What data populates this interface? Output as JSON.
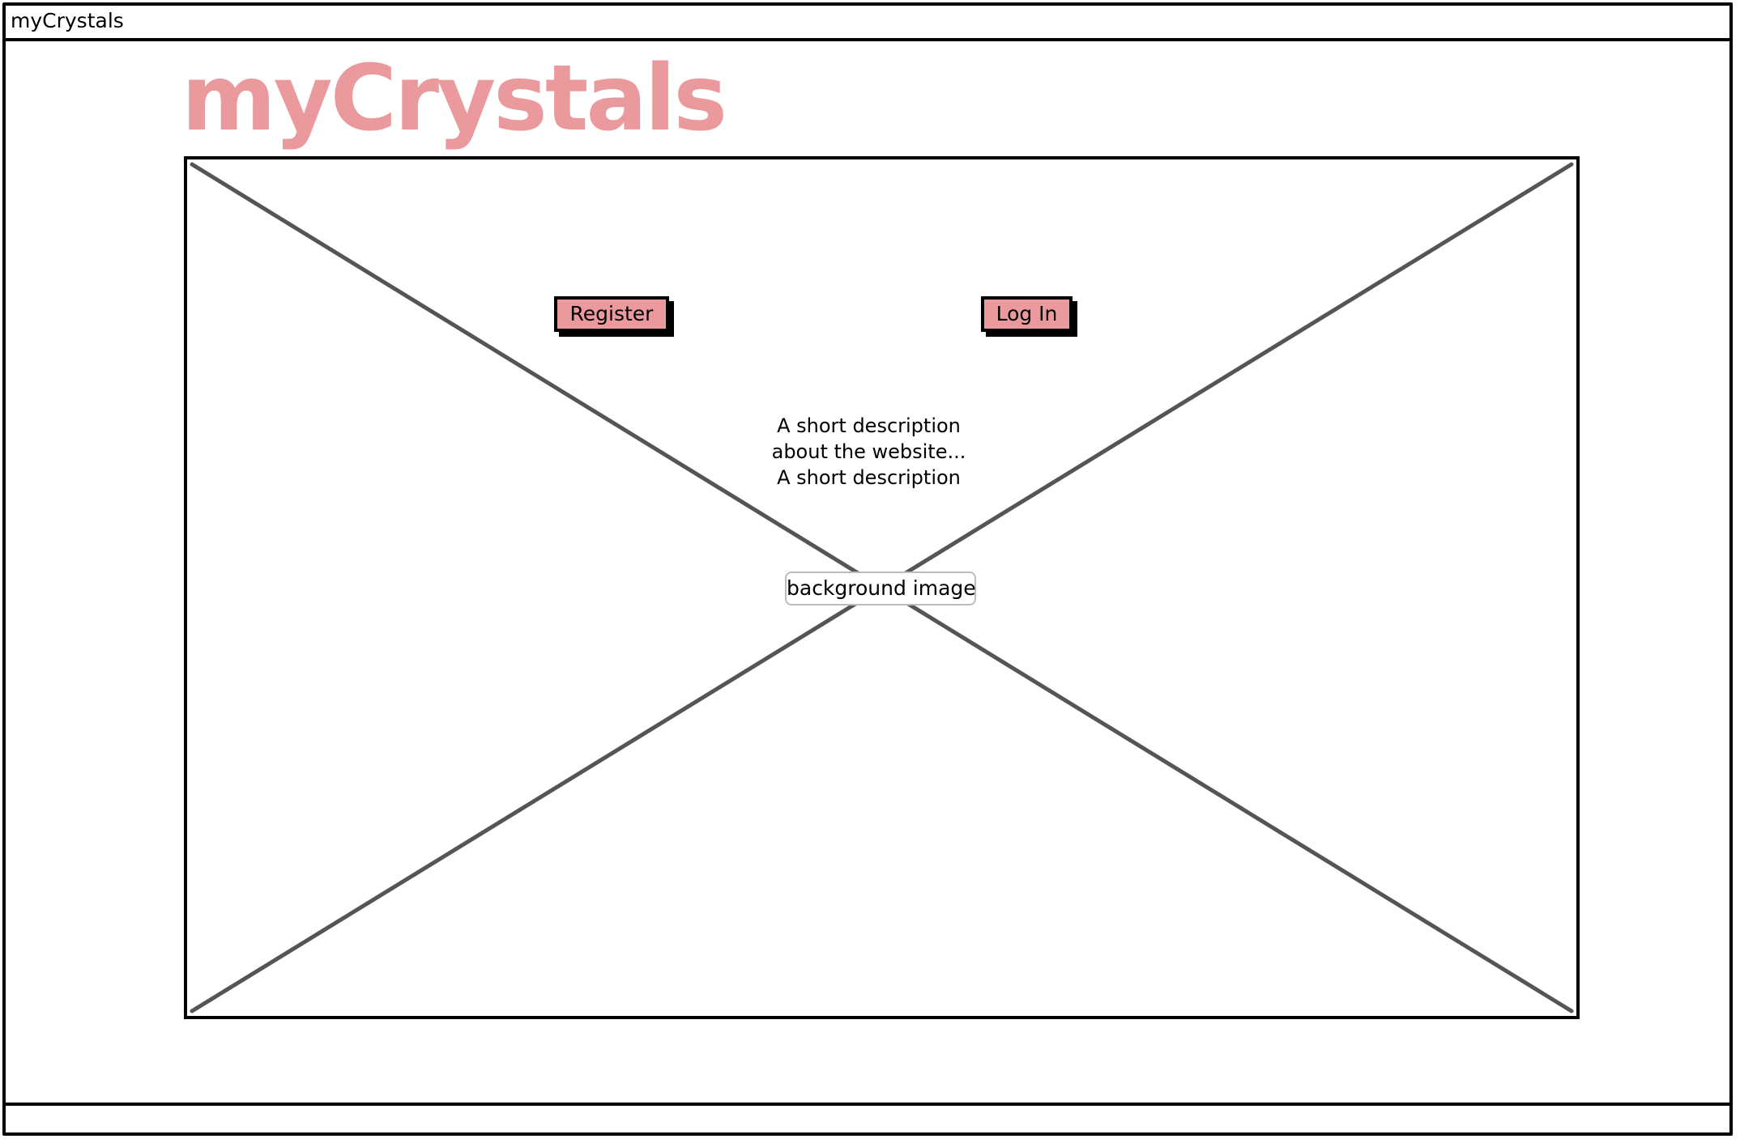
{
  "window": {
    "title": "myCrystals"
  },
  "brand": {
    "logo_text": "myCrystals",
    "color": "#ea9a9c"
  },
  "hero": {
    "placeholder_label": "background image",
    "register_label": "Register",
    "login_label": "Log In",
    "description_lines": [
      "A short description",
      "about the website...",
      "A short description"
    ]
  },
  "colors": {
    "button_fill": "#ea9a9c",
    "outline": "#000000",
    "cross_lines": "#555555"
  }
}
